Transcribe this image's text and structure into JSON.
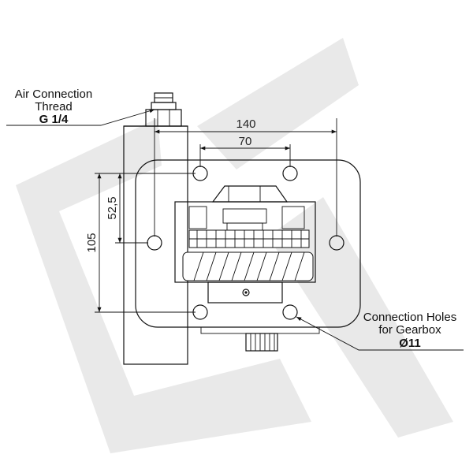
{
  "drawing": {
    "air_connection": {
      "line1": "Air Connection",
      "line2": "Thread",
      "line3": "G 1/4"
    },
    "connection_holes": {
      "line1": "Connection Holes",
      "line2": "for Gearbox",
      "line3": "Ø11"
    },
    "dimensions": {
      "width_outer": "140",
      "width_inner": "70",
      "height_outer": "105",
      "height_inner": "52,5"
    },
    "watermark_color": "#e9e9e9"
  }
}
